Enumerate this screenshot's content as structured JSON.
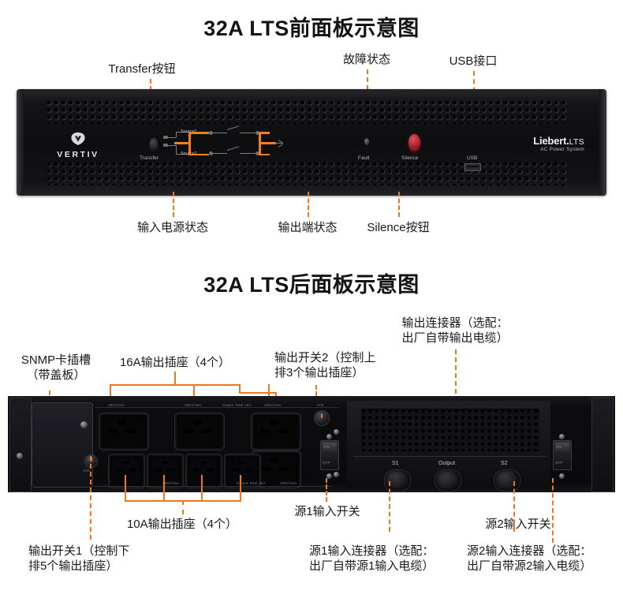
{
  "page": {
    "bg_color": "#ffffff",
    "accent_color": "#ee7722",
    "chassis_color": "#121214"
  },
  "front_section": {
    "title": "32A LTS前面板示意图",
    "callouts_top": [
      {
        "key": "transfer",
        "label": "Transfer按钮"
      },
      {
        "key": "fault",
        "label": "故障状态"
      },
      {
        "key": "usb",
        "label": "USB接口"
      }
    ],
    "callouts_bottom": [
      {
        "key": "input_status",
        "label": "输入电源状态"
      },
      {
        "key": "output_status",
        "label": "输出端状态"
      },
      {
        "key": "silence",
        "label": "Silence按钮"
      }
    ],
    "panel": {
      "brand_mark": "vertiv-logo-icon",
      "brand_text": "VERTIV",
      "model_name": "Liebert.",
      "model_suffix": "LTS",
      "model_subtitle": "AC Power System",
      "transfer_label": "Transfer",
      "fault_label": "Fault",
      "silence_label": "Silence",
      "usb_label": "USB",
      "source1_label": "Source1",
      "source2_label": "Source2"
    }
  },
  "rear_section": {
    "title": "32A LTS后面板示意图",
    "callouts": [
      {
        "key": "snmp_slot",
        "label": "SNMP卡插槽\n（带盖板）"
      },
      {
        "key": "outlets_16a",
        "label": "16A输出插座（4个）"
      },
      {
        "key": "output_switch_2",
        "label": "输出开关2（控制上\n排3个输出插座）"
      },
      {
        "key": "output_connector",
        "label": "输出连接器（选配：\n出厂自带输出电缆）"
      },
      {
        "key": "output_switch_1",
        "label": "输出开关1（控制下\n排5个输出插座）"
      },
      {
        "key": "outlets_10a",
        "label": "10A输出插座（4个）"
      },
      {
        "key": "source1_switch",
        "label": "源1输入开关"
      },
      {
        "key": "source2_switch",
        "label": "源2输入开关"
      },
      {
        "key": "source1_connector",
        "label": "源1输入连接器（选配：\n出厂自带源1输入电缆）"
      },
      {
        "key": "source2_connector",
        "label": "源2输入连接器（选配：\n出厂自带源2输入电缆）"
      }
    ],
    "panel": {
      "s1_label": "S1",
      "output_label": "Output",
      "s2_label": "S2",
      "rating_250v16a": "250V/16A",
      "rating_total": "Output Total 16A",
      "code_k02": "K02",
      "rocker_on": "ON",
      "rocker_off": "OFF"
    }
  }
}
